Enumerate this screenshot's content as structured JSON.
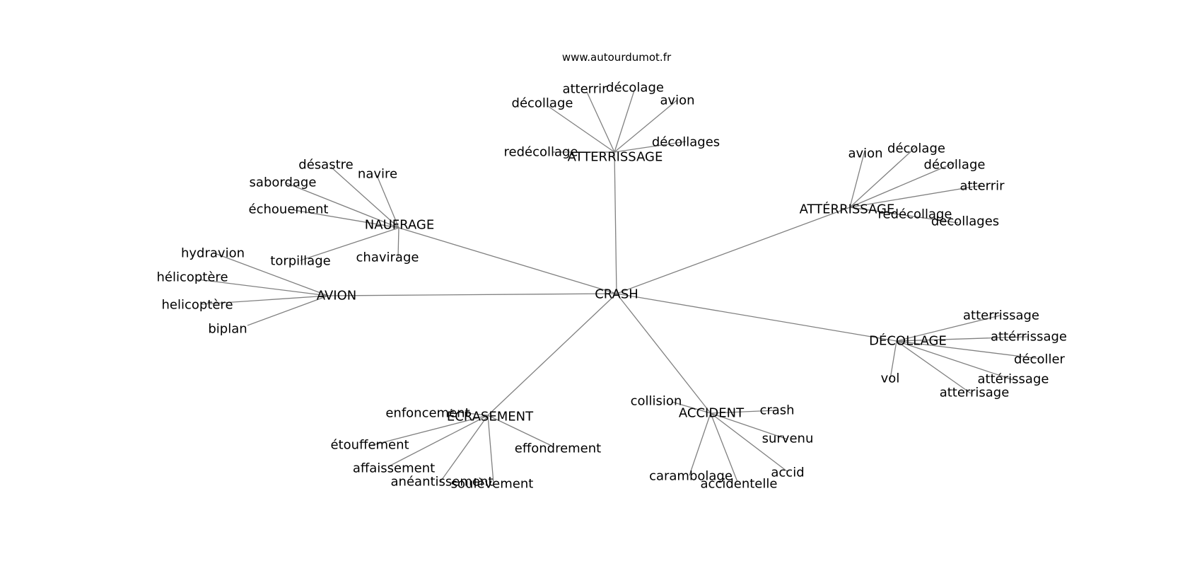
{
  "source": "www.autourdumot.fr",
  "colors": {
    "edge": "#808080",
    "text": "#000000",
    "background": "#ffffff"
  },
  "graph": {
    "center": "CRASH",
    "hubs": [
      {
        "label": "ATTERRISSAGE",
        "leaves": [
          "redécollage",
          "décollage",
          "atterrir",
          "décolage",
          "avion",
          "décollages"
        ]
      },
      {
        "label": "ATTÉRRISSAGE",
        "leaves": [
          "avion",
          "décolage",
          "décollage",
          "atterrir",
          "redécollage",
          "decollages"
        ]
      },
      {
        "label": "NAUFRAGE",
        "leaves": [
          "désastre",
          "navire",
          "sabordage",
          "échouement",
          "torpillage",
          "chavirage"
        ]
      },
      {
        "label": "AVION",
        "leaves": [
          "hydravion",
          "hélicoptère",
          "helicoptère",
          "biplan"
        ]
      },
      {
        "label": "DÉCOLLAGE",
        "leaves": [
          "atterrissage",
          "attérrissage",
          "décoller",
          "attérissage",
          "atterrisage",
          "vol"
        ]
      },
      {
        "label": "ACCIDENT",
        "leaves": [
          "collision",
          "crash",
          "survenu",
          "accid",
          "accidentelle",
          "carambolage"
        ]
      },
      {
        "label": "ÉCRASEMENT",
        "leaves": [
          "enfoncement",
          "étouffement",
          "affaissement",
          "anéantissement",
          "soulèvement",
          "effondrement"
        ]
      }
    ]
  }
}
